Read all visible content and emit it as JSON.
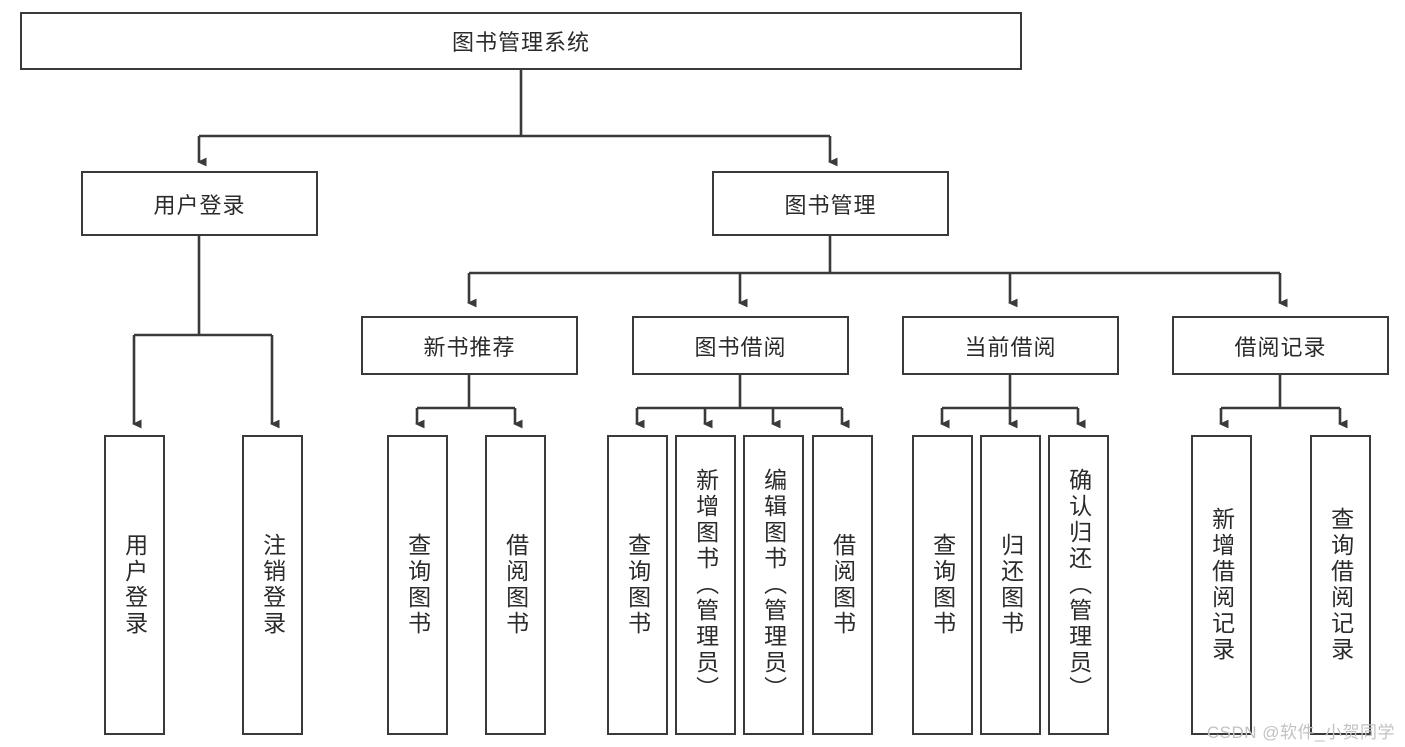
{
  "diagram": {
    "type": "tree-hierarchy",
    "title": "图书管理系统",
    "orientation": "top-down",
    "colors": {
      "box_border": "#3a3a3a",
      "box_fill": "#ffffff",
      "edge": "#3a3a3a",
      "text": "#2b2b2b",
      "watermark": "#c2c2c2",
      "background": "#ffffff"
    }
  },
  "nodes": {
    "root": {
      "label": "图书管理系统",
      "level": 0,
      "orientation": "horizontal"
    },
    "level1": [
      {
        "id": "user-login",
        "label": "用户登录",
        "orientation": "horizontal"
      },
      {
        "id": "book-manage",
        "label": "图书管理",
        "orientation": "horizontal"
      }
    ],
    "level2": [
      {
        "id": "new-book-recommend",
        "label": "新书推荐",
        "orientation": "horizontal",
        "parent": "book-manage"
      },
      {
        "id": "book-borrow",
        "label": "图书借阅",
        "orientation": "horizontal",
        "parent": "book-manage"
      },
      {
        "id": "current-borrow",
        "label": "当前借阅",
        "orientation": "horizontal",
        "parent": "book-manage"
      },
      {
        "id": "borrow-record",
        "label": "借阅记录",
        "orientation": "horizontal",
        "parent": "book-manage"
      }
    ],
    "leaves": [
      {
        "id": "leaf-user-login",
        "label": "用户登录",
        "orientation": "vertical",
        "parent": "user-login"
      },
      {
        "id": "leaf-logout-login",
        "label": "注销登录",
        "orientation": "vertical",
        "parent": "user-login"
      },
      {
        "id": "leaf-query-book-1",
        "label": "查询图书",
        "orientation": "vertical",
        "parent": "new-book-recommend"
      },
      {
        "id": "leaf-borrow-book-1",
        "label": "借阅图书",
        "orientation": "vertical",
        "parent": "new-book-recommend"
      },
      {
        "id": "leaf-query-book-2",
        "label": "查询图书",
        "orientation": "vertical",
        "parent": "book-borrow"
      },
      {
        "id": "leaf-add-book-admin",
        "label": "新增图书（管理员）",
        "orientation": "vertical",
        "parent": "book-borrow"
      },
      {
        "id": "leaf-edit-book-admin",
        "label": "编辑图书（管理员）",
        "orientation": "vertical",
        "parent": "book-borrow"
      },
      {
        "id": "leaf-borrow-book-2",
        "label": "借阅图书",
        "orientation": "vertical",
        "parent": "book-borrow"
      },
      {
        "id": "leaf-query-book-3",
        "label": "查询图书",
        "orientation": "vertical",
        "parent": "current-borrow"
      },
      {
        "id": "leaf-return-book",
        "label": "归还图书",
        "orientation": "vertical",
        "parent": "current-borrow"
      },
      {
        "id": "leaf-confirm-return-admin",
        "label": "确认归还（管理员）",
        "orientation": "vertical",
        "parent": "current-borrow"
      },
      {
        "id": "leaf-add-borrow-record",
        "label": "新增借阅记录",
        "orientation": "vertical",
        "parent": "borrow-record"
      },
      {
        "id": "leaf-query-borrow-record",
        "label": "查询借阅记录",
        "orientation": "vertical",
        "parent": "borrow-record"
      }
    ]
  },
  "watermark": {
    "text": "CSDN @软件_小贺同学"
  }
}
